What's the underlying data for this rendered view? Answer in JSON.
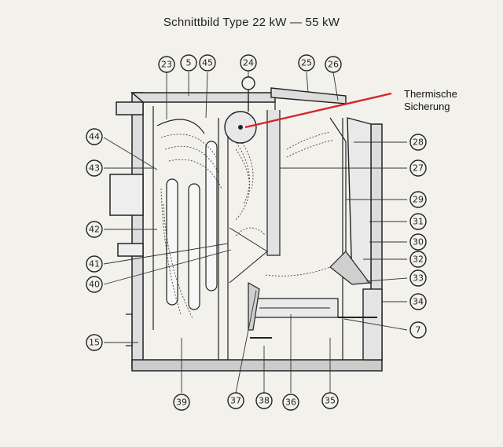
{
  "title": "Schnittbild Type 22 kW — 55 kW",
  "callout": {
    "line1": "Thermische",
    "line2": "Sicherung",
    "line_color": "#d8232a"
  },
  "part_numbers": [
    "23",
    "5",
    "45",
    "24",
    "25",
    "26",
    "28",
    "27",
    "29",
    "31",
    "30",
    "32",
    "33",
    "34",
    "7",
    "44",
    "43",
    "42",
    "41",
    "40",
    "15",
    "39",
    "37",
    "38",
    "36",
    "35"
  ]
}
